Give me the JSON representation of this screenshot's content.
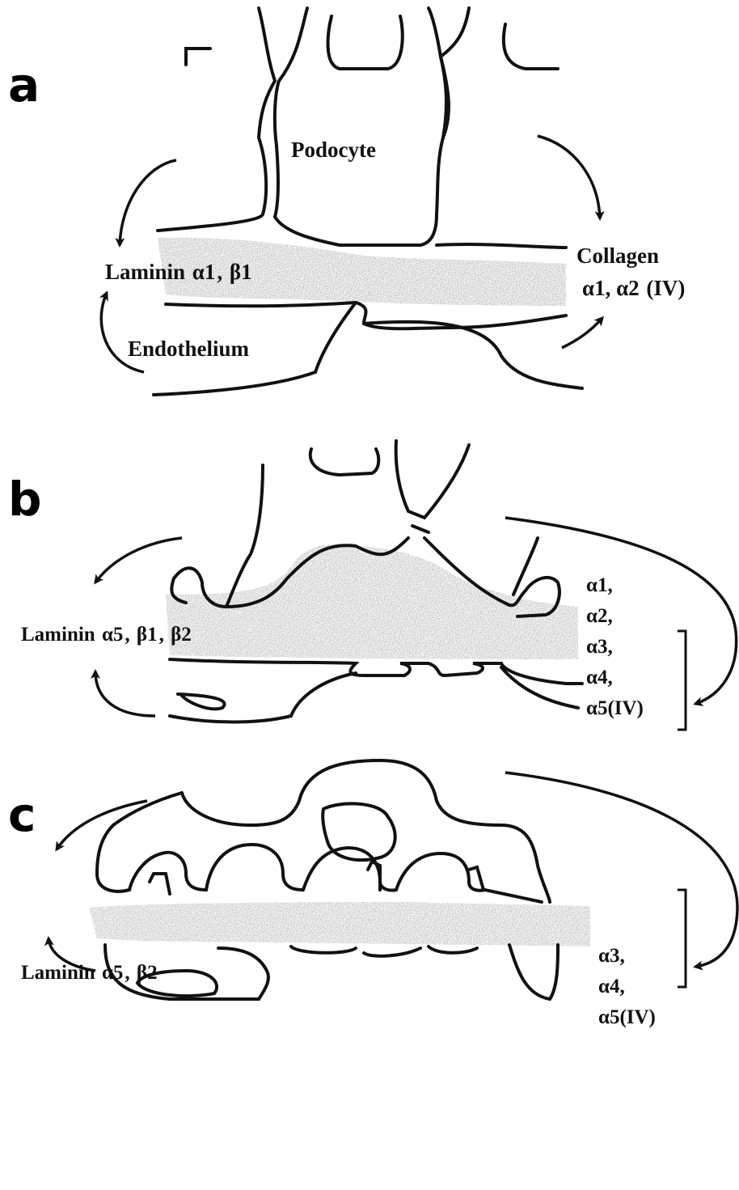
{
  "colors": {
    "alpha1": "#3ee07c",
    "alpha2": "#3ee07c",
    "alpha3": "#ff6f8e",
    "alpha4": "none",
    "alpha5_collagen": "#5aa6f5",
    "lam_alpha1": "#3cd9c9",
    "lam_beta1": "#d983f2",
    "lam_alpha5": "#f4ee3c",
    "lam_beta2": "#ffab4f",
    "outline": "#111111"
  },
  "panel_a": {
    "letter": "a",
    "podocyte": "Podocyte",
    "endothelium": "Endothelium",
    "laminin": "Laminin",
    "laminin_chains": [
      "α1",
      "β1"
    ],
    "collagen_title": "Collagen",
    "collagen_chains": "α1, α2",
    "collagen_type": "(IV)"
  },
  "panel_b": {
    "letter": "b",
    "laminin": "Laminin",
    "laminin_chains": [
      "α5",
      "β1",
      "β2"
    ],
    "collagen_chains": [
      "α1,",
      "α2,",
      "α3,",
      "α4,",
      "α5(IV)"
    ]
  },
  "panel_c": {
    "letter": "c",
    "laminin": "Laminin",
    "laminin_chains": [
      "α5",
      "β2"
    ],
    "collagen_chains": [
      "α3,",
      "α4,",
      "α5(IV)"
    ]
  }
}
